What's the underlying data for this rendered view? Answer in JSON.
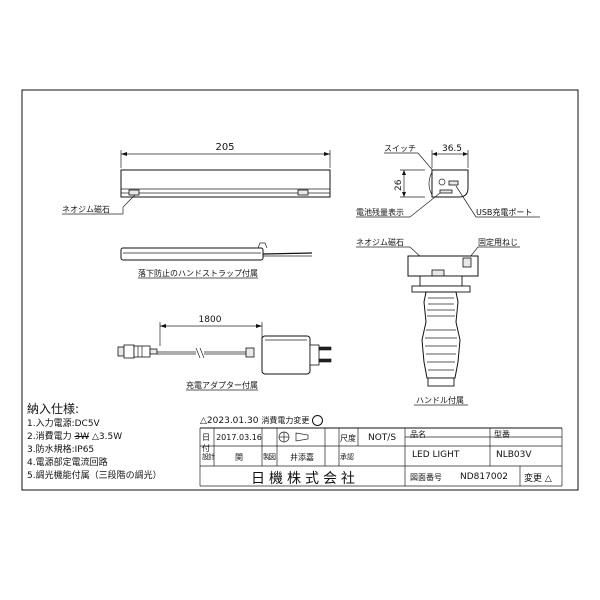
{
  "dimensions": {
    "width_205": "205",
    "width_36_5": "36.5",
    "height_26": "26",
    "cord_1800": "1800"
  },
  "labels": {
    "magnet_front": "ネオジム磁石",
    "strap": "落下防止のハンドストラップ付属",
    "adapter": "充電アダプター付属",
    "switch": "スイッチ",
    "battery_indicator": "電池残量表示",
    "usb_port": "USB充電ポート",
    "magnet_side": "ネオジム磁石",
    "fix_screw": "固定用ねじ",
    "handle": "ハンドル付属"
  },
  "specs": {
    "title": "納入仕様:",
    "lines": [
      "1.入力電源:DC5V",
      "2.消費電力",
      "3.防水規格:IP65",
      "4.電源部定電流回路",
      "5.調光機能付属（三段階の調光）"
    ],
    "power_old": "3W",
    "power_new": "3.5W"
  },
  "revision": {
    "date": "2023.01.30",
    "note": "消費電力変更"
  },
  "title_block": {
    "date_label": "日付",
    "date_value": "2017.03.16",
    "scale_label": "尺度",
    "scale_value": "NOT/S",
    "product_label": "品名",
    "product_value": "LED LIGHT",
    "model_label": "型番",
    "model_value": "NLB03V",
    "design_label": "設計",
    "design_value": "関",
    "drawing_label": "製図",
    "drawing_value": "井添嘉",
    "approve_label": "承認",
    "company": "日機株式会社",
    "drawing_no_label": "図面番号",
    "drawing_no_value": "ND817002",
    "change_label": "変更"
  }
}
